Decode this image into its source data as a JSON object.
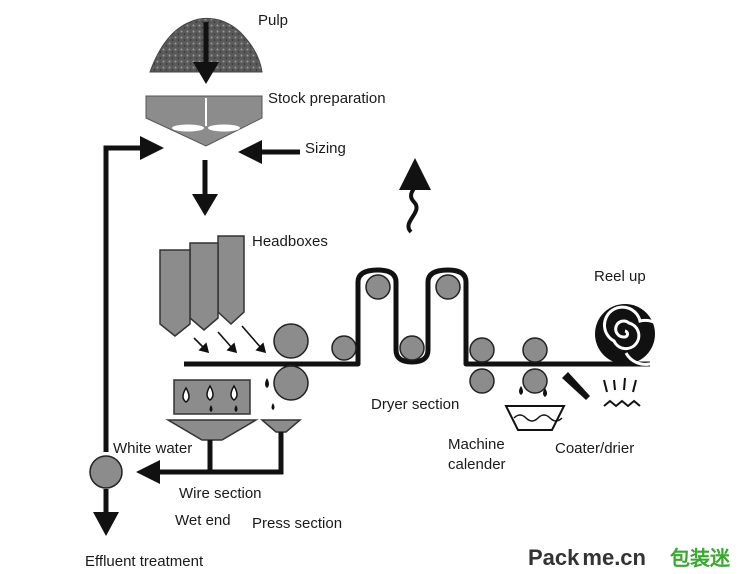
{
  "labels": {
    "pulp": "Pulp",
    "stock_preparation": "Stock preparation",
    "sizing": "Sizing",
    "headboxes": "Headboxes",
    "reel_up": "Reel up",
    "dryer_section": "Dryer section",
    "machine_calender_line1": "Machine",
    "machine_calender_line2": "calender",
    "coater_drier": "Coater/drier",
    "white_water": "White water",
    "wire_section": "Wire section",
    "wet_end": "Wet end",
    "press_section": "Press section",
    "effluent_treatment": "Effluent treatment"
  },
  "watermark": {
    "text_pack": "Pack",
    "text_me": "me",
    "text_cn": ".cn",
    "chinese": "包装迷"
  },
  "colors": {
    "machine_gray": "#8c8c8c",
    "dark_gray": "#6e6e6e",
    "line_black": "#111111",
    "watermark_dark": "#333333",
    "watermark_green": "#38a830"
  }
}
